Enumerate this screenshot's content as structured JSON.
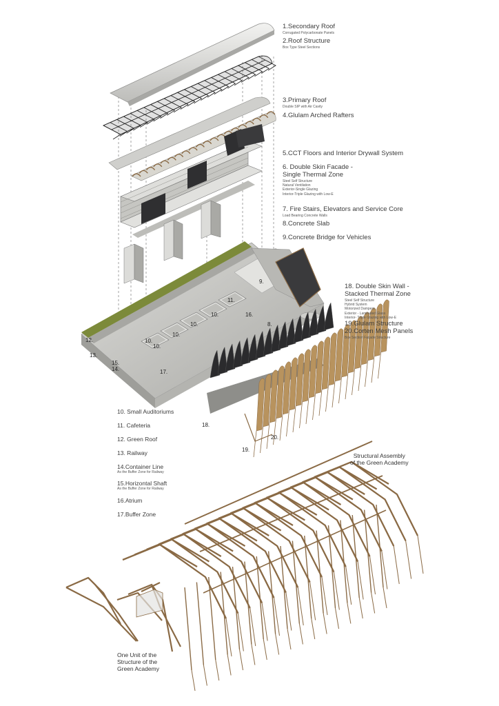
{
  "top_labels": [
    {
      "title": "1.Secondary Roof",
      "subs": [
        "Corrugated Polycarbonate Panels"
      ]
    },
    {
      "title": "2.Roof Structure",
      "subs": [
        "Box Type Steel Sections"
      ]
    },
    {
      "title": "3.Primary Roof",
      "subs": [
        "Double SIP with Air Cavity"
      ]
    },
    {
      "title": "4.Glulam Arched Rafters",
      "subs": []
    },
    {
      "title": "5.CCT Floors and Interior Drywall System",
      "subs": []
    },
    {
      "title": "6. Double Skin Facade -",
      "subs": []
    },
    {
      "title": "Single Thermal Zone",
      "subs": [
        "Steel Self Structure",
        "Natural Ventilation",
        "Exterior-Single Glazing",
        "Interior-Triple Glazing with Low-E"
      ]
    },
    {
      "title": "7. Fire Stairs, Elevators and Service Core",
      "subs": [
        "Load Bearing Concrete Walls"
      ]
    },
    {
      "title": "8.Concrete Slab",
      "subs": []
    },
    {
      "title": "9.Concrete Bridge for Vehicles",
      "subs": []
    }
  ],
  "right_labels": [
    {
      "title": "18. Double Skin Wall -",
      "subs": []
    },
    {
      "title": "Stacked Thermal Zone",
      "subs": [
        "Steel Self Structure",
        "Hybrid System",
        "Motorized Dampers",
        "Exterior - Laminated Glass",
        "Interior- Triple Glazing with Low-E"
      ]
    },
    {
      "title": "19.Glulam Structure",
      "subs": []
    },
    {
      "title": "20.Corten Mesh Panels",
      "subs": [
        "Box Section Facade Structure"
      ]
    }
  ],
  "legend": [
    {
      "title": "10. Small Auditoriums",
      "sub": ""
    },
    {
      "title": "11. Cafeteria",
      "sub": ""
    },
    {
      "title": "12. Green Roof",
      "sub": ""
    },
    {
      "title": "13. Railway",
      "sub": ""
    },
    {
      "title": "14.Container Line",
      "sub": "As the Buffer Zone for Railway"
    },
    {
      "title": "15.Horizontal Shaft",
      "sub": "As the Buffer Zone for Railway"
    },
    {
      "title": "16.Atrium",
      "sub": ""
    },
    {
      "title": "17.Buffer Zone",
      "sub": ""
    }
  ],
  "diagram_numbers": {
    "n9": "9.",
    "n11": "11.",
    "n16": "16.",
    "n8": "8.",
    "n12": "12.",
    "n13": "13.",
    "n15": "15.",
    "n14": "14.",
    "n17": "17.",
    "n10a": "10.",
    "n10b": "10.",
    "n10c": "10.",
    "n10d": "10.",
    "n10e": "10.",
    "n18": "18.",
    "n19": "19.",
    "n20": "20."
  },
  "captions": {
    "structural_line1": "Structural Assembly",
    "structural_line2": "of the Green Academy",
    "unit_line1": "One Unit of the",
    "unit_line2": "Structure of the",
    "unit_line3": "Green Academy"
  },
  "colors": {
    "wood": "#8a6a45",
    "wood_light": "#b8935e",
    "concrete": "#cfcfcc",
    "concrete_dark": "#9c9c98",
    "green_roof": "#7c8a3a",
    "glass_panel": "#2b2b2d",
    "roof_light": "#e6e6e4"
  }
}
